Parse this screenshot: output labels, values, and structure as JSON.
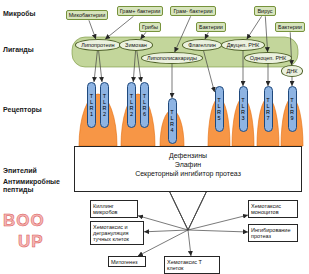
{
  "diagram": {
    "nodes": [
      {
        "text": [
          "Микобактерии"
        ]
      },
      {
        "text": [
          "Грам+ бактерии"
        ]
      },
      {
        "text": [
          "Грам- бактерии"
        ]
      },
      {
        "text": [
          "Вирус"
        ]
      },
      {
        "text": [
          "Грибы"
        ]
      },
      {
        "text": [
          "Бактерии"
        ]
      },
      {
        "text": [
          "Бактерии"
        ]
      },
      {
        "text": [
          "Липопротеин"
        ]
      },
      {
        "text": [
          "Зимозан"
        ]
      },
      {
        "text": [
          "Флагеллин"
        ]
      },
      {
        "text": [
          "Двуцеп. РНК"
        ]
      },
      {
        "text": [
          "Липополисахариды"
        ]
      },
      {
        "text": [
          "Одноцеп. РНК"
        ]
      },
      {
        "text": [
          "ДНК"
        ]
      },
      {
        "text": [
          "TLR1"
        ]
      },
      {
        "text": [
          "TLR2"
        ]
      },
      {
        "text": [
          "TLR2"
        ]
      },
      {
        "text": [
          "TLR6"
        ]
      },
      {
        "text": [
          "TLR4"
        ]
      },
      {
        "text": [
          "TLR5"
        ]
      },
      {
        "text": [
          "TLR3"
        ]
      },
      {
        "text": [
          "TLR7"
        ]
      },
      {
        "text": [
          "TLR9"
        ]
      },
      {
        "text": [
          "Дефензины",
          "Элафин",
          "Секреторный ингибитор протеаз"
        ]
      },
      {
        "text": [
          "Киллинг микробов"
        ]
      },
      {
        "text": [
          "Хемотаксис моноцитов"
        ]
      },
      {
        "text": [
          "Хемотаксис и дегрануляция тучных клеток"
        ]
      },
      {
        "text": [
          "Ингибирование протеаз"
        ]
      },
      {
        "text": [
          "Митогенез"
        ]
      },
      {
        "text": [
          "Хемотаксис Т клеток"
        ]
      }
    ],
    "edges": [
      {
        "from": 0,
        "to": 7,
        "arrow": "to"
      },
      {
        "from": 1,
        "to": 7,
        "arrow": "to"
      },
      {
        "from": 4,
        "to": 8,
        "arrow": "to"
      },
      {
        "from": 2,
        "to": 11,
        "arrow": "to"
      },
      {
        "from": 5,
        "to": 9,
        "arrow": "to"
      },
      {
        "from": 3,
        "to": 10,
        "arrow": "to"
      },
      {
        "from": 3,
        "to": 12,
        "arrow": "to"
      },
      {
        "from": 6,
        "to": 13,
        "arrow": "to"
      },
      {
        "from": 7,
        "to": 14,
        "arrow": "to"
      },
      {
        "from": 7,
        "to": 15,
        "arrow": "to"
      },
      {
        "from": 8,
        "to": 16,
        "arrow": "to"
      },
      {
        "from": 8,
        "to": 17,
        "arrow": "to"
      },
      {
        "from": 11,
        "to": 18,
        "arrow": "to"
      },
      {
        "from": 9,
        "to": 19,
        "arrow": "to"
      },
      {
        "from": 10,
        "to": 20,
        "arrow": "to"
      },
      {
        "from": 12,
        "to": 21,
        "arrow": "to"
      },
      {
        "from": 13,
        "to": 22,
        "arrow": "to"
      },
      {
        "from": 23,
        "to": 24,
        "arrow": "to"
      },
      {
        "from": 23,
        "to": 25,
        "arrow": "to"
      },
      {
        "from": 23,
        "to": 26,
        "arrow": "to"
      },
      {
        "from": 23,
        "to": 27,
        "arrow": "to"
      },
      {
        "from": 23,
        "to": 28,
        "arrow": "to"
      },
      {
        "from": 23,
        "to": 29,
        "arrow": "to"
      }
    ],
    "labels": [
      "Микробы",
      "Лиганды",
      "Рецепторы",
      "Эпителий",
      "Антимикробные пептиды",
      "BOO",
      "UP"
    ]
  }
}
